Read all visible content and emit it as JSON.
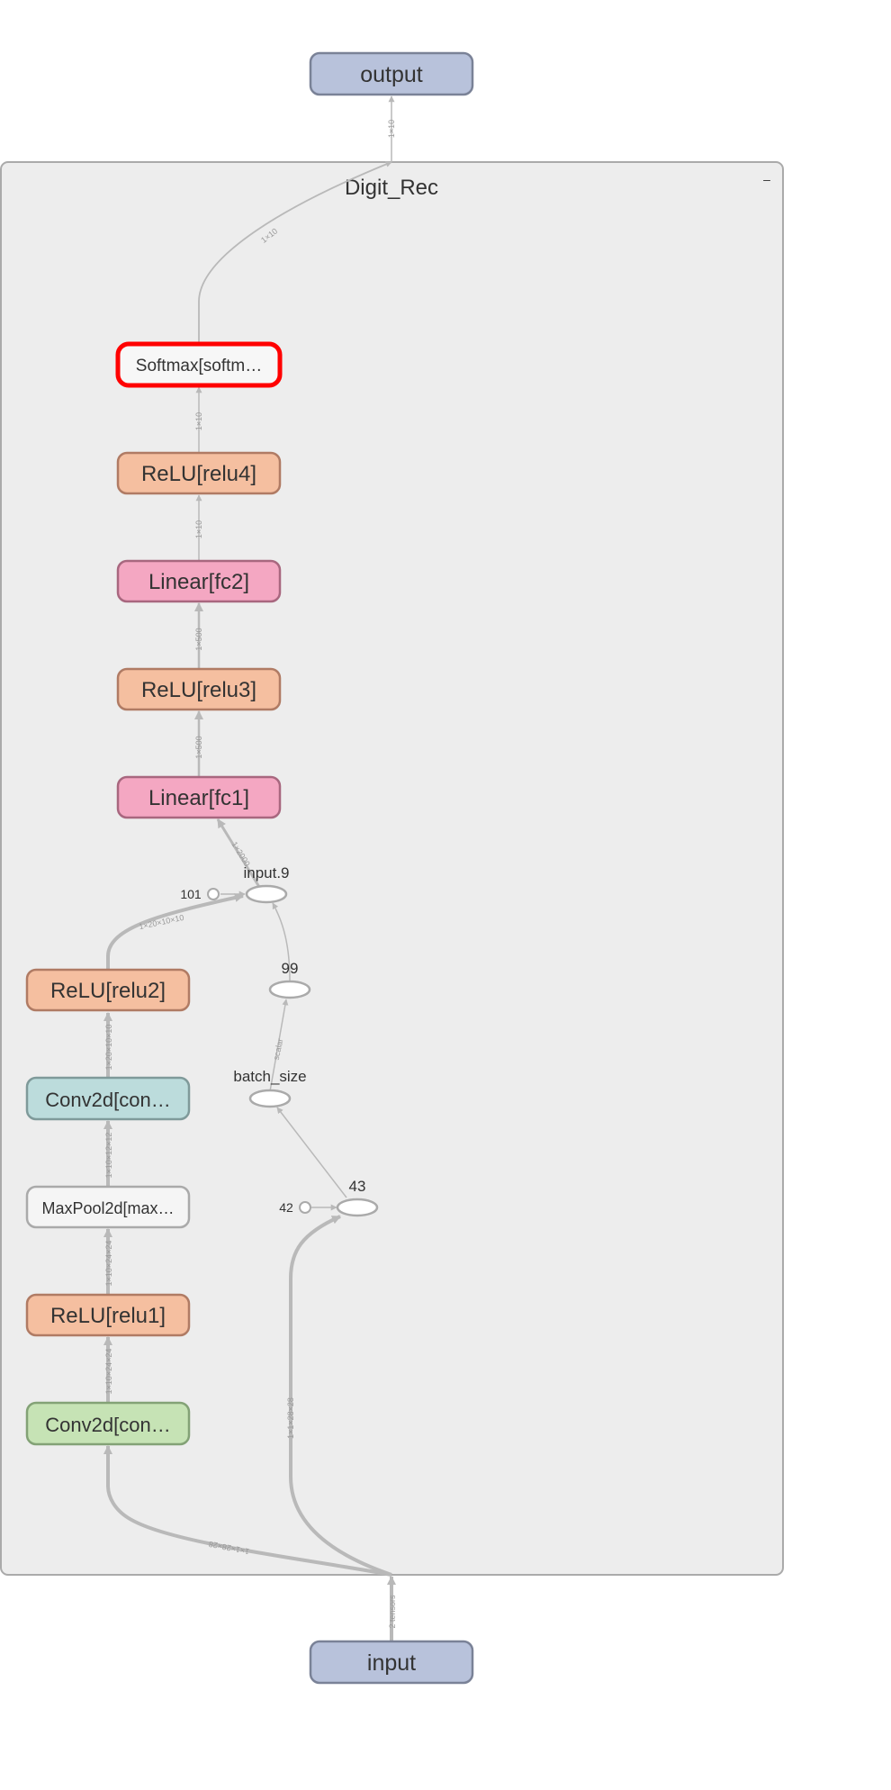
{
  "graph": {
    "group_title": "Digit_Rec",
    "collapse_symbol": "–",
    "output_label": "output",
    "input_label": "input",
    "nodes": {
      "softmax": "Softmax[softm…",
      "relu4": "ReLU[relu4]",
      "fc2": "Linear[fc2]",
      "relu3": "ReLU[relu3]",
      "fc1": "Linear[fc1]",
      "relu2": "ReLU[relu2]",
      "conv2": "Conv2d[con…",
      "maxpool": "MaxPool2d[max…",
      "relu1": "ReLU[relu1]",
      "conv1": "Conv2d[con…",
      "input9": "input.9",
      "n99": "99",
      "batch_size": "batch_size",
      "n43": "43",
      "const101": "101",
      "const42": "42"
    },
    "edge_labels": {
      "group_to_output": "1×10",
      "softmax_to_group": "1×10",
      "relu4_to_softmax": "1×10",
      "fc2_to_relu4": "1×10",
      "relu3_to_fc2": "1×500",
      "fc1_to_relu3": "1×500",
      "input9_to_fc1": "1×2000",
      "relu2_to_input9": "1×20×10×10",
      "n99_to_input9": "",
      "batch_to_n99": "scalar",
      "conv2_to_relu2": "1×20×10×10",
      "maxpool_to_conv2": "1×10×12×12",
      "relu1_to_maxpool": "1×10×24×24",
      "conv1_to_relu1": "1×10×24×24",
      "input_to_conv1": "1×1×28×28",
      "input_to_n43": "1×1×28×28",
      "input_entry": "2 tensors"
    },
    "colors": {
      "group_fill": "#ededed",
      "group_stroke": "#aaaaaa",
      "io_fill": "#b8c2db",
      "io_stroke": "#7a8297",
      "relu_fill": "#f5bfa0",
      "relu_stroke": "#b07b64",
      "linear_fill": "#f4a7c2",
      "linear_stroke": "#a8677f",
      "conv2_fill": "#bcdcdc",
      "conv2_stroke": "#7f9a9a",
      "conv1_fill": "#c6e3b5",
      "conv1_stroke": "#83a276",
      "maxpool_fill": "#f5f5f5",
      "maxpool_stroke": "#aaaaaa",
      "softmax_fill": "#f7f7f7",
      "softmax_stroke": "#ff0000",
      "edge": "#b9b9b9",
      "edge_label": "#999999"
    }
  }
}
